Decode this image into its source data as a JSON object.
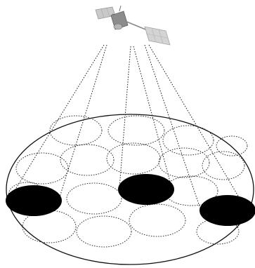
{
  "diagram": {
    "satellite": {
      "icon": "satellite-icon"
    },
    "coverage_area": {
      "shape": "ellipse",
      "outline": "solid"
    },
    "beam_lines": {
      "style": "dotted",
      "count": 6
    },
    "spot_beams": {
      "inactive_count": 16,
      "active_count": 3,
      "inactive_style": "dotted-outline",
      "active_style": "filled"
    },
    "colors": {
      "background": "#ffffff",
      "outline": "#111111",
      "active_fill": "#000000",
      "satellite_panel": "#bdbdbd",
      "satellite_body": "#8a8a8a"
    }
  }
}
